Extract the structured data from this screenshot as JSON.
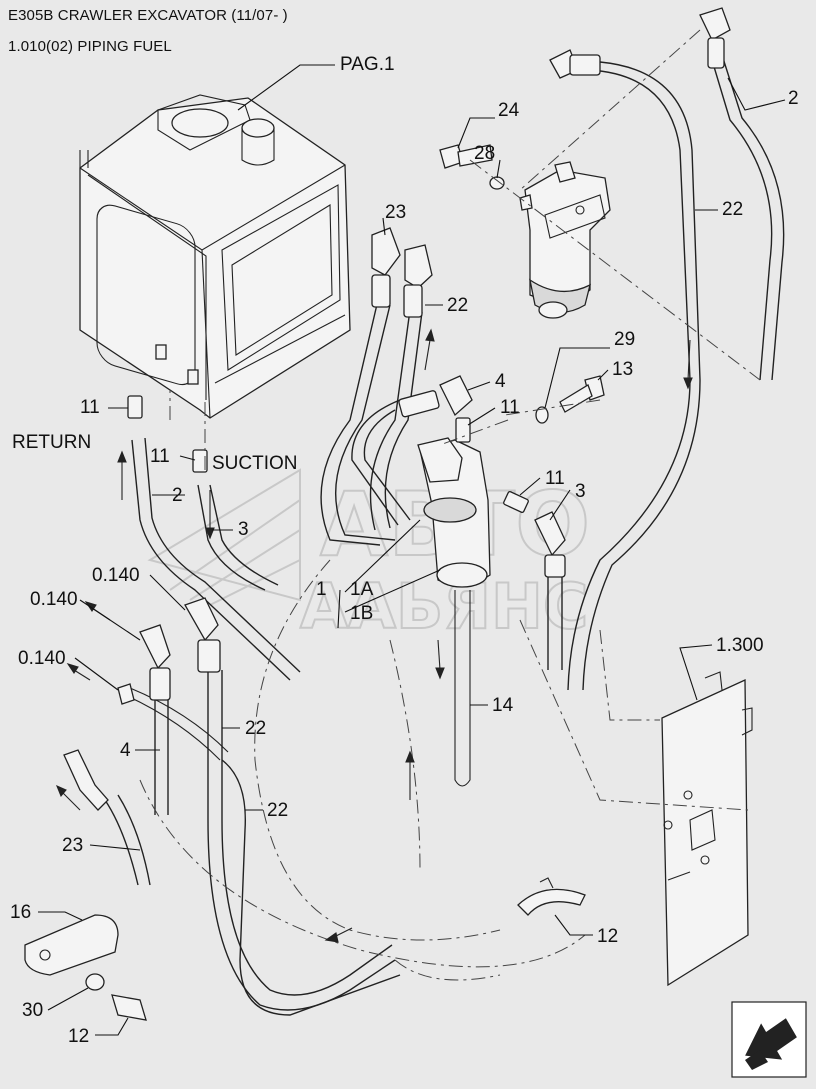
{
  "header": {
    "title": "E305B CRAWLER EXCAVATOR (11/07- )",
    "subtitle": "1.010(02) PIPING FUEL"
  },
  "labels": {
    "pag1": "PAG.1",
    "l24": "24",
    "l28": "28",
    "l2_top": "2",
    "l23_top": "23",
    "l22_top_right": "22",
    "l22_mid": "22",
    "l29": "29",
    "l13": "13",
    "l4_mid": "4",
    "l11_mid": "11",
    "l11_left": "11",
    "return": "RETURN",
    "l11_suction": "11",
    "suction": "SUCTION",
    "l2_left": "2",
    "l3_left": "3",
    "l11_right": "11",
    "l3_right": "3",
    "l0140_a": "0.140",
    "l0140_b": "0.140",
    "l0140_c": "0.140",
    "l1": "1",
    "l1a": "1A",
    "l1b": "1B",
    "l1300": "1.300",
    "l14": "14",
    "l22_low": "22",
    "l4_low": "4",
    "l22_bottom": "22",
    "l23_low": "23",
    "l16": "16",
    "l12_clamp": "12",
    "l30": "30",
    "l12_bolt": "12"
  },
  "watermark": {
    "line1": "АВТО",
    "line2": "ААЬЯНС"
  },
  "icons": {
    "nav": "next-page-arrow-icon"
  }
}
